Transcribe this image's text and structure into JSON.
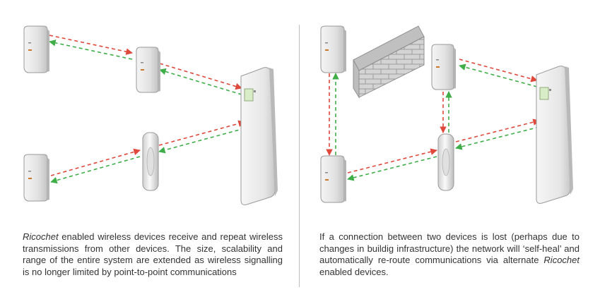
{
  "captions": {
    "left": {
      "p1_italic": "Ricochet",
      "p1_rest": " enabled wireless devices receive and repeat wireless transmissions from other devices. The size, scalability and range of the entire system are extended as wireless signalling is no longer limited by point-to-point communications"
    },
    "right": {
      "p1": "If a connection between two devices is lost (perhaps due to changes in buildig infrastructure) the network will ‘self-heal’ and automatically re-route communications via alternate ",
      "p1_italic": "Ricochet",
      "p1_end": " enabled devices."
    }
  },
  "colors": {
    "link_red": "#e0483c",
    "link_green": "#3fae49",
    "device_body": "#e6e6e6",
    "device_edge": "#9a9a9a",
    "wall_brick": "#d4d4d4",
    "wall_mortar": "#9b9b9b",
    "divider": "#bdbdbd",
    "text": "#333333"
  },
  "diagram": {
    "left_panel": {
      "devices": [
        "pir-sensor",
        "pir-sensor",
        "pir-sensor",
        "wireless-repeater",
        "control-panel"
      ],
      "links": [
        "sensor-a-to-sensor-b",
        "sensor-b-to-panel",
        "repeater-to-panel",
        "sensor-c-to-repeater"
      ]
    },
    "right_panel": {
      "devices": [
        "pir-sensor",
        "pir-sensor",
        "pir-sensor",
        "wireless-repeater",
        "control-panel"
      ],
      "obstacle": "brick-wall",
      "links": [
        "sensor-a-to-sensor-c",
        "sensor-b-to-panel",
        "sensor-b-to-repeater",
        "repeater-to-panel",
        "sensor-c-to-repeater"
      ]
    }
  }
}
